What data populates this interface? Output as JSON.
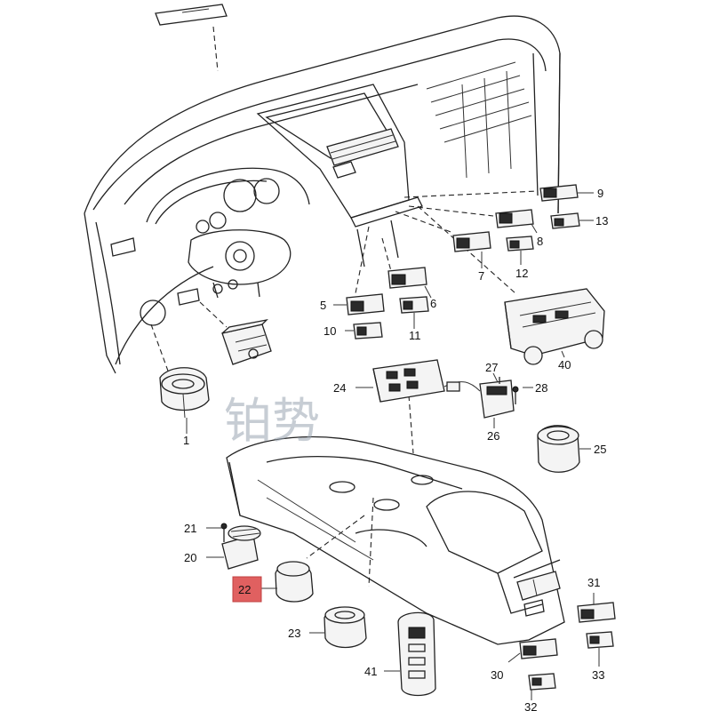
{
  "watermark": "铂势",
  "highlighted_callout": "22",
  "callouts": {
    "c1": "1",
    "c5": "5",
    "c6": "6",
    "c7": "7",
    "c8": "8",
    "c9": "9",
    "c10": "10",
    "c11": "11",
    "c12": "12",
    "c13": "13",
    "c20": "20",
    "c21": "21",
    "c22": "22",
    "c23": "23",
    "c24": "24",
    "c25": "25",
    "c26": "26",
    "c27": "27",
    "c28": "28",
    "c30": "30",
    "c31": "31",
    "c32": "32",
    "c33": "33",
    "c40": "40",
    "c41": "41"
  },
  "colors": {
    "highlight": "#e06060",
    "line": "#222222",
    "watermark": "#9aa6b2"
  }
}
